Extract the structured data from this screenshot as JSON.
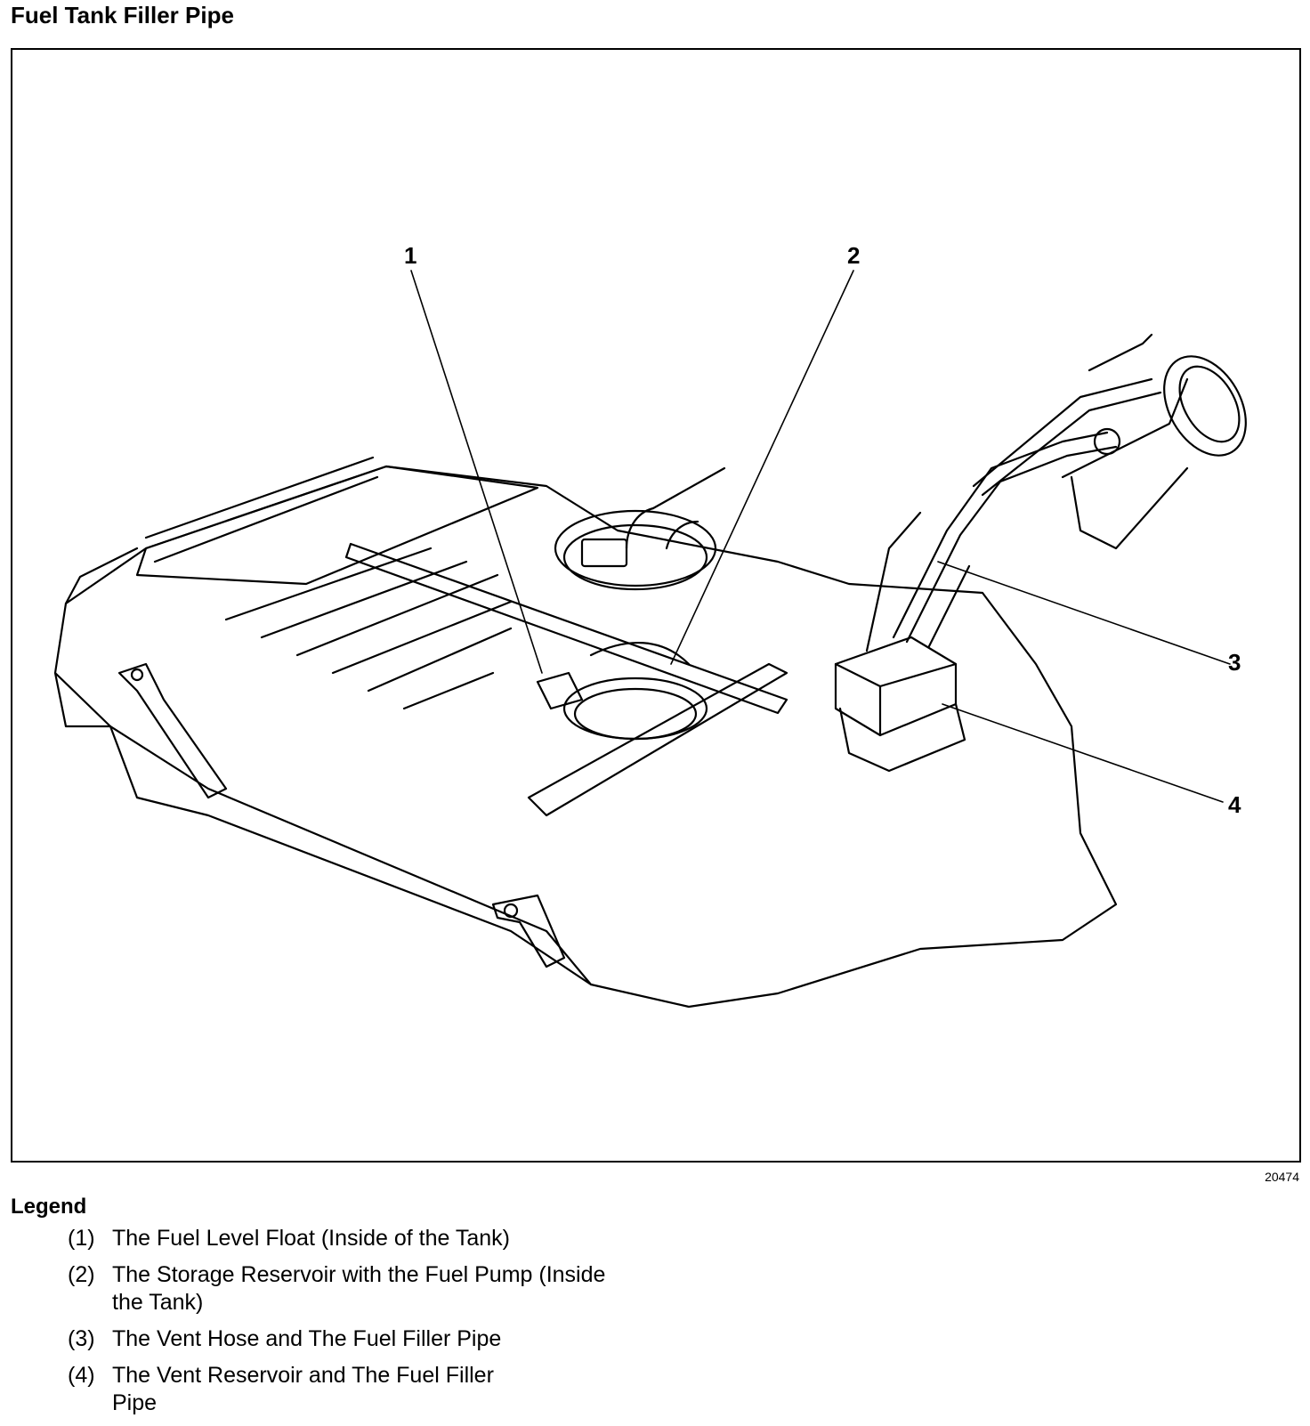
{
  "title": "Fuel Tank Filler Pipe",
  "figure_id": "20474",
  "callouts": [
    "1",
    "2",
    "3",
    "4"
  ],
  "legend": {
    "heading": "Legend",
    "items": [
      {
        "num": "(1)",
        "text": "The Fuel Level Float (Inside of the Tank)"
      },
      {
        "num": "(2)",
        "text": "The Storage Reservoir with the Fuel Pump (Inside the Tank)"
      },
      {
        "num": "(3)",
        "text": "The Vent Hose and The Fuel Filler Pipe"
      },
      {
        "num": "(4)",
        "text": "The Vent Reservoir and The Fuel Filler Pipe"
      }
    ]
  }
}
